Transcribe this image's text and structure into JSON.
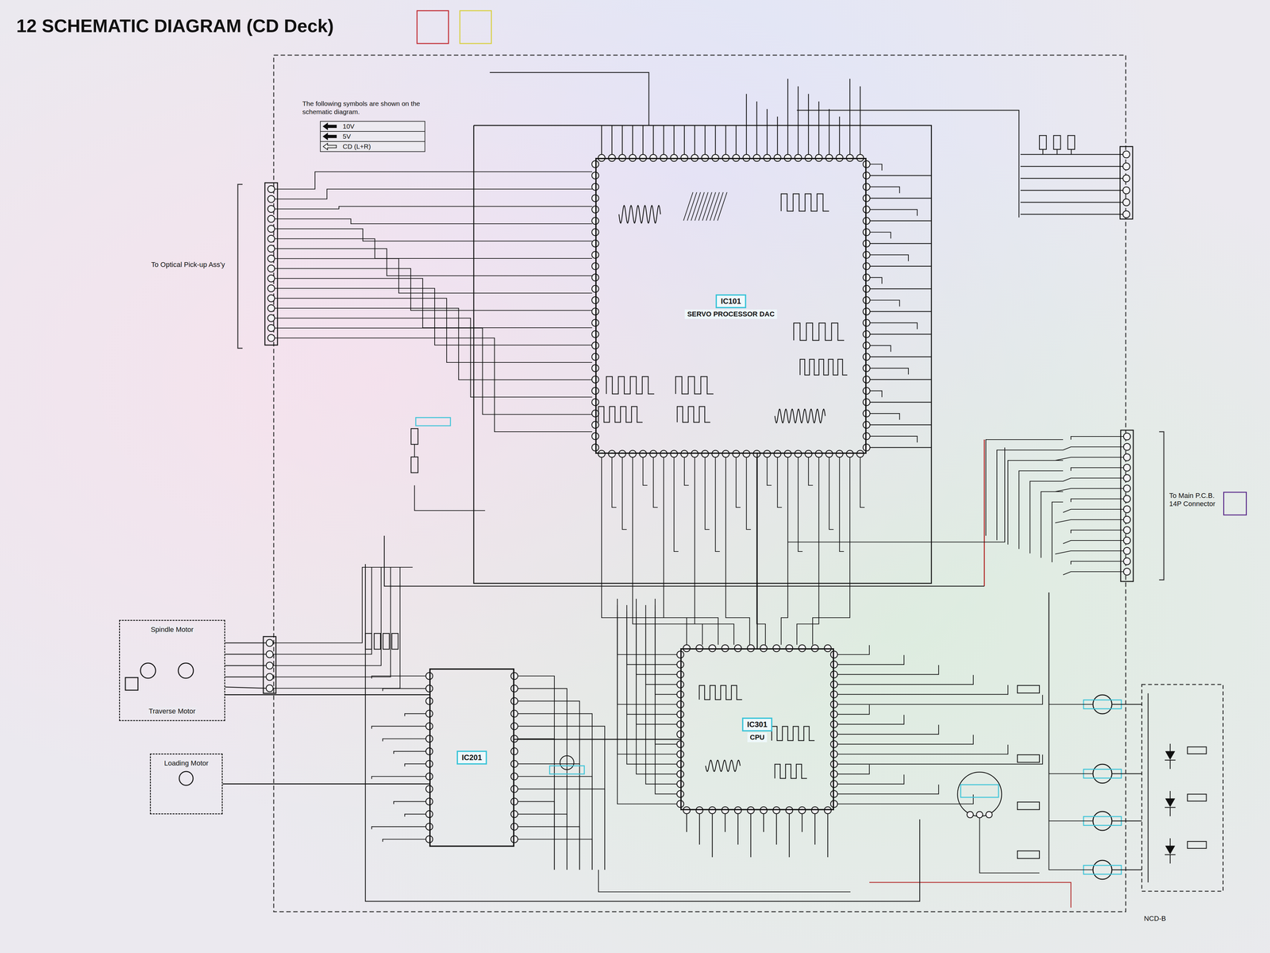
{
  "diagram": {
    "title": "12 SCHEMATIC DIAGRAM (CD Deck)",
    "nodes": [
      {
        "text": [
          "IC101",
          "SERVO PROCESSOR DAC"
        ]
      },
      {
        "text": [
          "IC201"
        ]
      },
      {
        "text": [
          "IC301",
          "CPU"
        ]
      },
      {
        "text": [
          "Spindle Motor",
          "Traverse Motor"
        ]
      },
      {
        "text": [
          "Loading Motor"
        ]
      }
    ],
    "edges": [
      {
        "from": 0,
        "to": 2,
        "arrow": "none"
      },
      {
        "from": 1,
        "to": 2,
        "arrow": "none"
      },
      {
        "from": 1,
        "to": 3,
        "arrow": "none"
      },
      {
        "from": 1,
        "to": 4,
        "arrow": "none"
      }
    ],
    "labels": [
      "The following symbols are shown on the schematic diagram.",
      "To Optical Pick-up Ass'y",
      "To Main P.C.B. 14P Connector",
      "NCD-B"
    ],
    "legend": [
      {
        "text": "10V"
      },
      {
        "text": "5V"
      },
      {
        "text": "CD (L+R)"
      }
    ]
  }
}
